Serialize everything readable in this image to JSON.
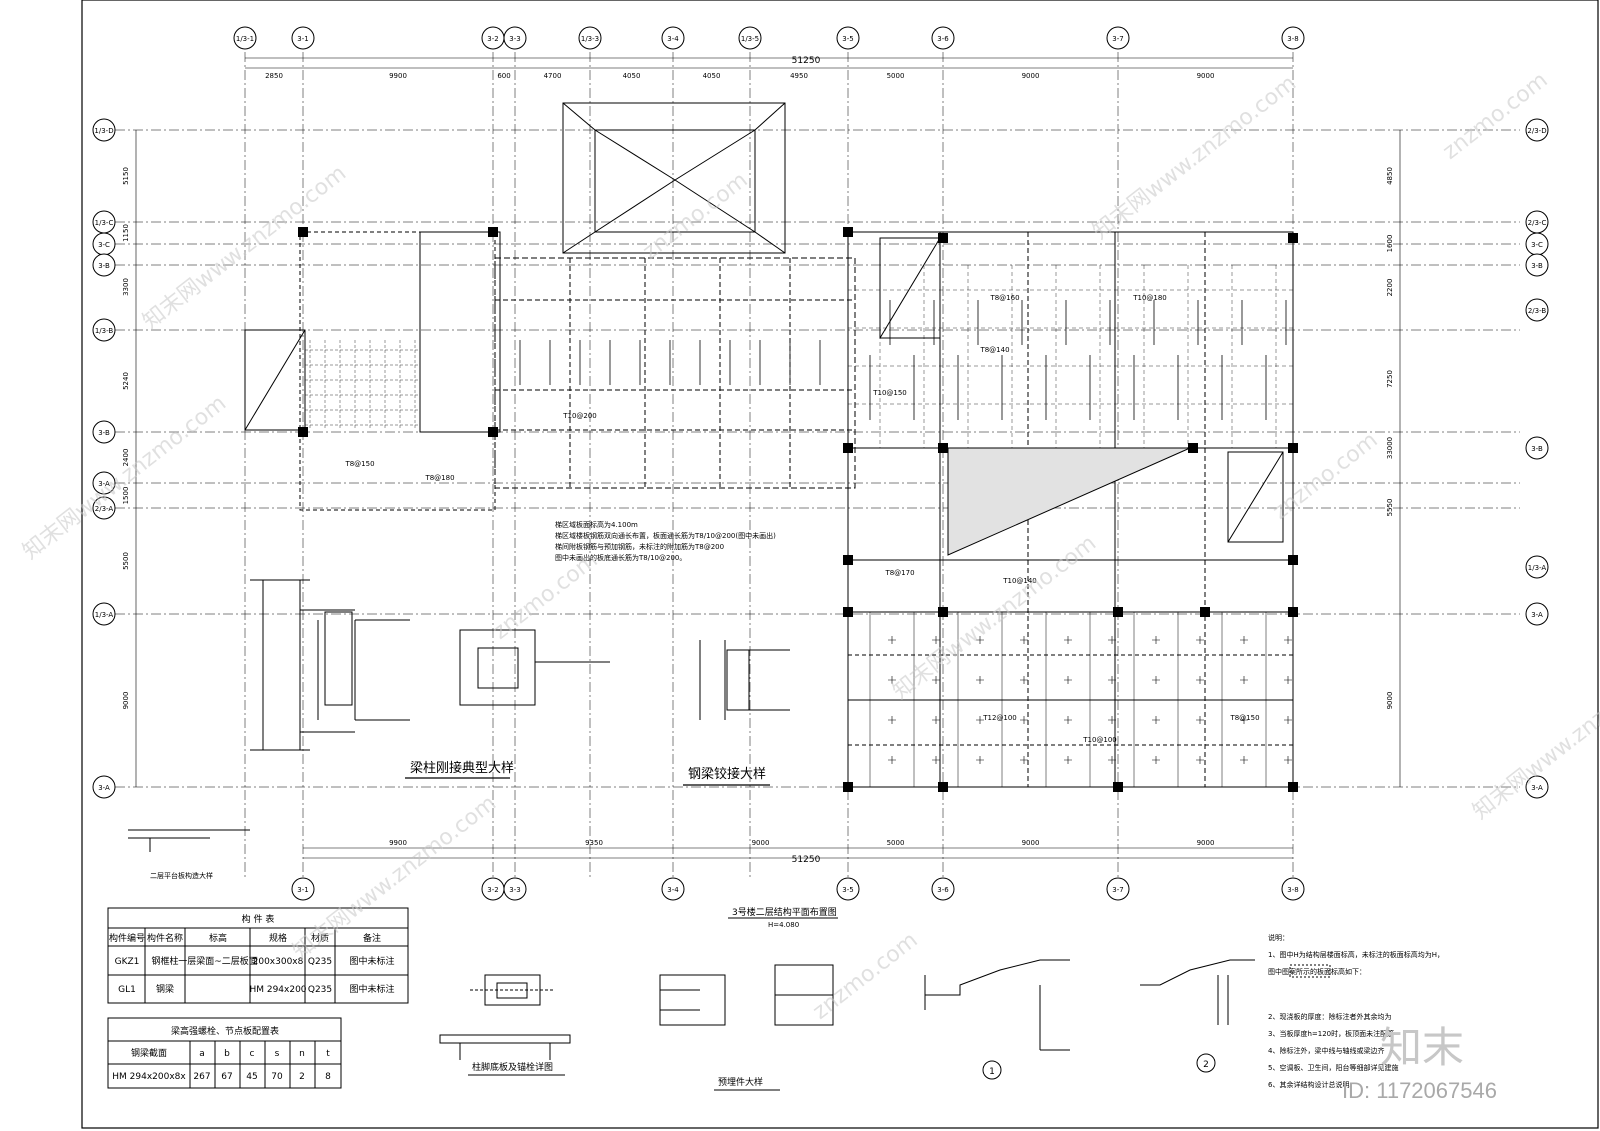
{
  "top_axes": [
    "1/3-1",
    "3-1",
    "3-2",
    "3-3",
    "1/3-3",
    "3-4",
    "1/3-5",
    "3-5",
    "3-6",
    "3-7",
    "3-8"
  ],
  "bottom_axes": [
    "3-1",
    "3-2",
    "3-3",
    "3-4",
    "3-5",
    "3-6",
    "3-7",
    "3-8"
  ],
  "left_axes": [
    "1/3-D",
    "1/3-C",
    "3-C",
    "3-B",
    "1/3-B",
    "3-B",
    "3-A",
    "2/3-A",
    "1/3-A",
    "3-A"
  ],
  "right_axes": [
    "2/3-D",
    "2/3-C",
    "3-C",
    "3-B",
    "2/3-B",
    "3-B",
    "1/3-A",
    "3-A",
    "3-A"
  ],
  "overall_dim": "51250",
  "top_dims": [
    "2850",
    "9900",
    "600",
    "4700",
    "4050",
    "4050",
    "4950",
    "5000",
    "9000",
    "9000"
  ],
  "bottom_dims": [
    "9900",
    "9350",
    "9000",
    "5000",
    "9000",
    "9000"
  ],
  "left_dims": [
    "5150",
    "1150",
    "3300",
    "5240",
    "2400",
    "1500",
    "5500",
    "9000"
  ],
  "right_dims": [
    "4850",
    "1600",
    "2200",
    "7250",
    "33000",
    "5550",
    "9000"
  ],
  "plan_title": "3号楼二层结构平面布置图",
  "plan_elev": "H=4.080",
  "notes_block": [
    "说明：",
    "1、图中H为结构层楼面标高，未标注的板面标高均为H，",
    "图中图案所示的板面标高如下：",
    "2、现浇板的厚度：除标注者外其余均为",
    "3、当板厚度h=120时，板顶面未注配筋",
    "4、除标注外，梁中线与轴线或梁边齐",
    "5、空调板、卫生间，阳台等细部详见建施",
    "6、其余详结构设计总说明。"
  ],
  "detail_titles": {
    "rigid": "梁柱刚接典型大样",
    "hinge": "钢梁铰接大样",
    "platform": "二层平台板构造大样",
    "base": "柱脚底板及锚栓详图",
    "embed": "预埋件大样",
    "stair1": "1",
    "stair2": "2"
  },
  "detail_notes": [
    "梯区域板面标高为4.100m",
    "梯区域楼板钢筋双向通长布置，板面通长筋为T8/10@200(图中未画出)",
    "梯间附板钢筋与预加钢筋，未标注的附加筋为T8@200",
    "图中未画出的板底通长筋为T8/10@200。"
  ],
  "component_table": {
    "title": "构 件 表",
    "headers": [
      "构件编号",
      "构件名称",
      "标高",
      "规格",
      "材质",
      "备注"
    ],
    "rows": [
      [
        "GKZ1",
        "钢框柱",
        "一层梁面~二层板面",
        "200x300x8",
        "Q235",
        "图中未标注"
      ],
      [
        "GL1",
        "钢梁",
        "",
        "HM 294x200",
        "Q235",
        "图中未标注"
      ]
    ]
  },
  "bolt_table": {
    "title": "梁高强螺栓、节点板配置表",
    "headers": [
      "钢梁截面",
      "a",
      "b",
      "c",
      "s",
      "n",
      "t"
    ],
    "rows": [
      [
        "HM 294x200x8x",
        "267",
        "67",
        "45",
        "70",
        "2",
        "8"
      ]
    ]
  },
  "slab_labels": [
    "T10@200",
    "T8@150",
    "T8@180",
    "T10@150",
    "T8@140",
    "T10@180",
    "T8@170",
    "T12@100",
    "T10@100",
    "T10@140",
    "T8@160",
    "T8@150"
  ],
  "watermark": "znzmo.com",
  "watermark_cn": "知末网www.znzmo.com",
  "brand_logo": "知末",
  "image_id": "ID: 1172067546"
}
